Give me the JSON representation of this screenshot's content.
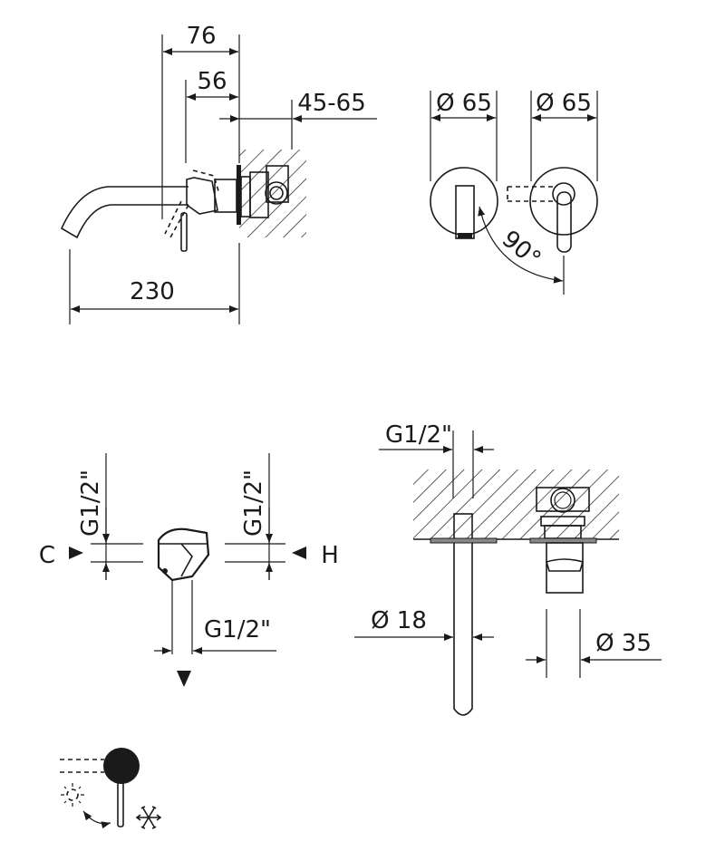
{
  "side_view": {
    "dim_76": "76",
    "dim_56": "56",
    "dim_wall": "45-65",
    "dim_230": "230"
  },
  "front_view": {
    "dia_left": "Ø 65",
    "dia_right": "Ø 65",
    "angle": "90°"
  },
  "valve_view": {
    "thread_cold": "G1/2\"",
    "thread_hot": "G1/2\"",
    "thread_outlet": "G1/2\"",
    "cold_label": "C",
    "hot_label": "H"
  },
  "section_view": {
    "thread_spout": "G1/2\"",
    "dia_spout": "Ø 18",
    "dia_handle": "Ø 35"
  },
  "legend": {
    "hot_icon": "sun-icon",
    "cold_icon": "snowflake-icon"
  },
  "colors": {
    "ink": "#1a1a1a",
    "background": "#ffffff"
  }
}
